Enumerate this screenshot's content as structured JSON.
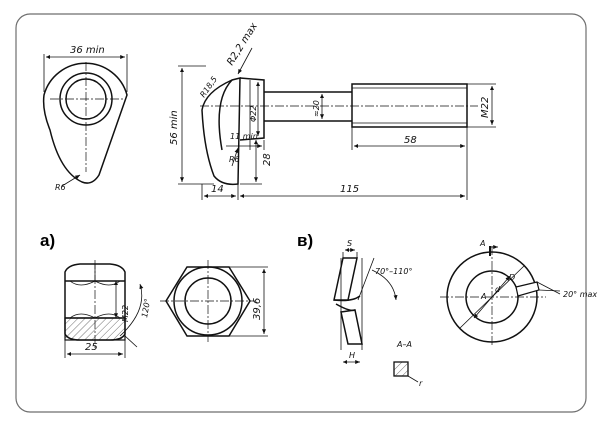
{
  "labels": {
    "a": "a)",
    "b": "в)"
  },
  "bolt": {
    "head_width": "36 min",
    "head_radius": "R2,2 max",
    "head_fillet": "R18,5",
    "head_height": "56 min",
    "neck_diameter": "Φ22",
    "body_diameter": "≈20",
    "thread": "M22",
    "neck_length": "11 min",
    "radius_small": "R6",
    "neck_height": "28",
    "thread_length": "58",
    "head_thickness": "14",
    "total_length": "115",
    "eye_radius": "R6"
  },
  "nut": {
    "thread": "M22",
    "angle": "120°",
    "height": "25",
    "across_flats": "39,6"
  },
  "washer": {
    "thickness": "S",
    "twist_angle": "70°–110°",
    "height": "H",
    "section": "A–A",
    "section_marker": "A",
    "gap_angle": "20° max",
    "radius": "r",
    "diameter": "D",
    "inner": "d",
    "corner": "r"
  }
}
